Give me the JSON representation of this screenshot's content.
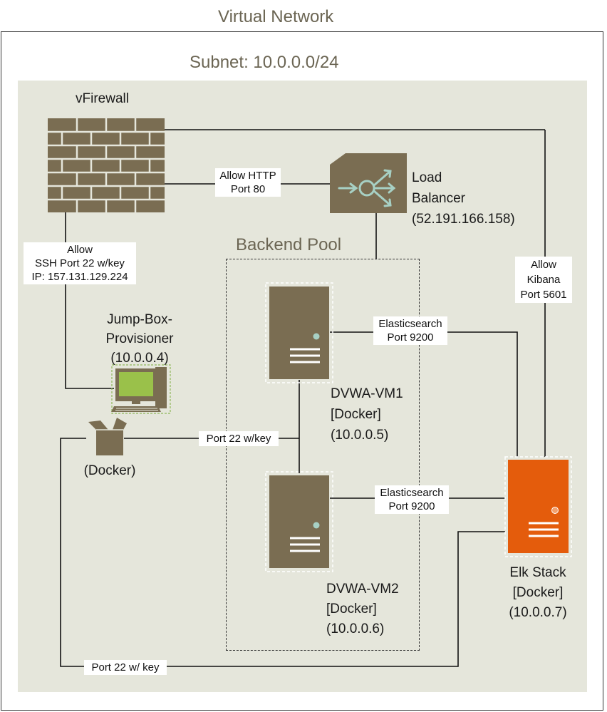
{
  "diagram": {
    "virtual_network": {
      "title": "Virtual Network"
    },
    "subnet": {
      "title": "Subnet: 10.0.0.0/24"
    },
    "backend_pool": {
      "title": "Backend Pool"
    },
    "nodes": {
      "firewall": {
        "label": "vFirewall",
        "icon": "brick-wall-icon"
      },
      "load_balancer": {
        "label": "Load\nBalancer\n(52.191.166.158)",
        "icon": "load-balancer-icon"
      },
      "jump_box": {
        "label": "Jump-Box-\nProvisioner\n(10.0.0.4)",
        "icon": "workstation-icon"
      },
      "jump_box_docker": {
        "label": "(Docker)",
        "icon": "container-box-icon"
      },
      "dvwa_vm1": {
        "label": "DVWA-VM1\n[Docker]\n(10.0.0.5)",
        "icon": "server-icon"
      },
      "dvwa_vm2": {
        "label": "DVWA-VM2\n[Docker]\n(10.0.0.6)",
        "icon": "server-icon"
      },
      "elk": {
        "label": "Elk Stack\n[Docker]\n(10.0.0.7)",
        "icon": "server-icon"
      }
    },
    "edges": {
      "http": "Allow HTTP\nPort 80",
      "ssh": "Allow\nSSH Port 22 w/key\nIP: 157.131.129.224",
      "kibana": "Allow\nKibana\nPort 5601",
      "es_vm1": "Elasticsearch\nPort 9200",
      "es_vm2": "Elasticsearch\nPort 9200",
      "port22_pool": "Port 22 w/key",
      "port22_elk": "Port 22 w/ key"
    },
    "colors": {
      "subnet_fill": "#e5e6db",
      "node_fill": "#7a6d52",
      "elk_fill": "#e45c0c",
      "title_text": "#6b6553",
      "icon_accent": "#a7d0c4"
    }
  }
}
